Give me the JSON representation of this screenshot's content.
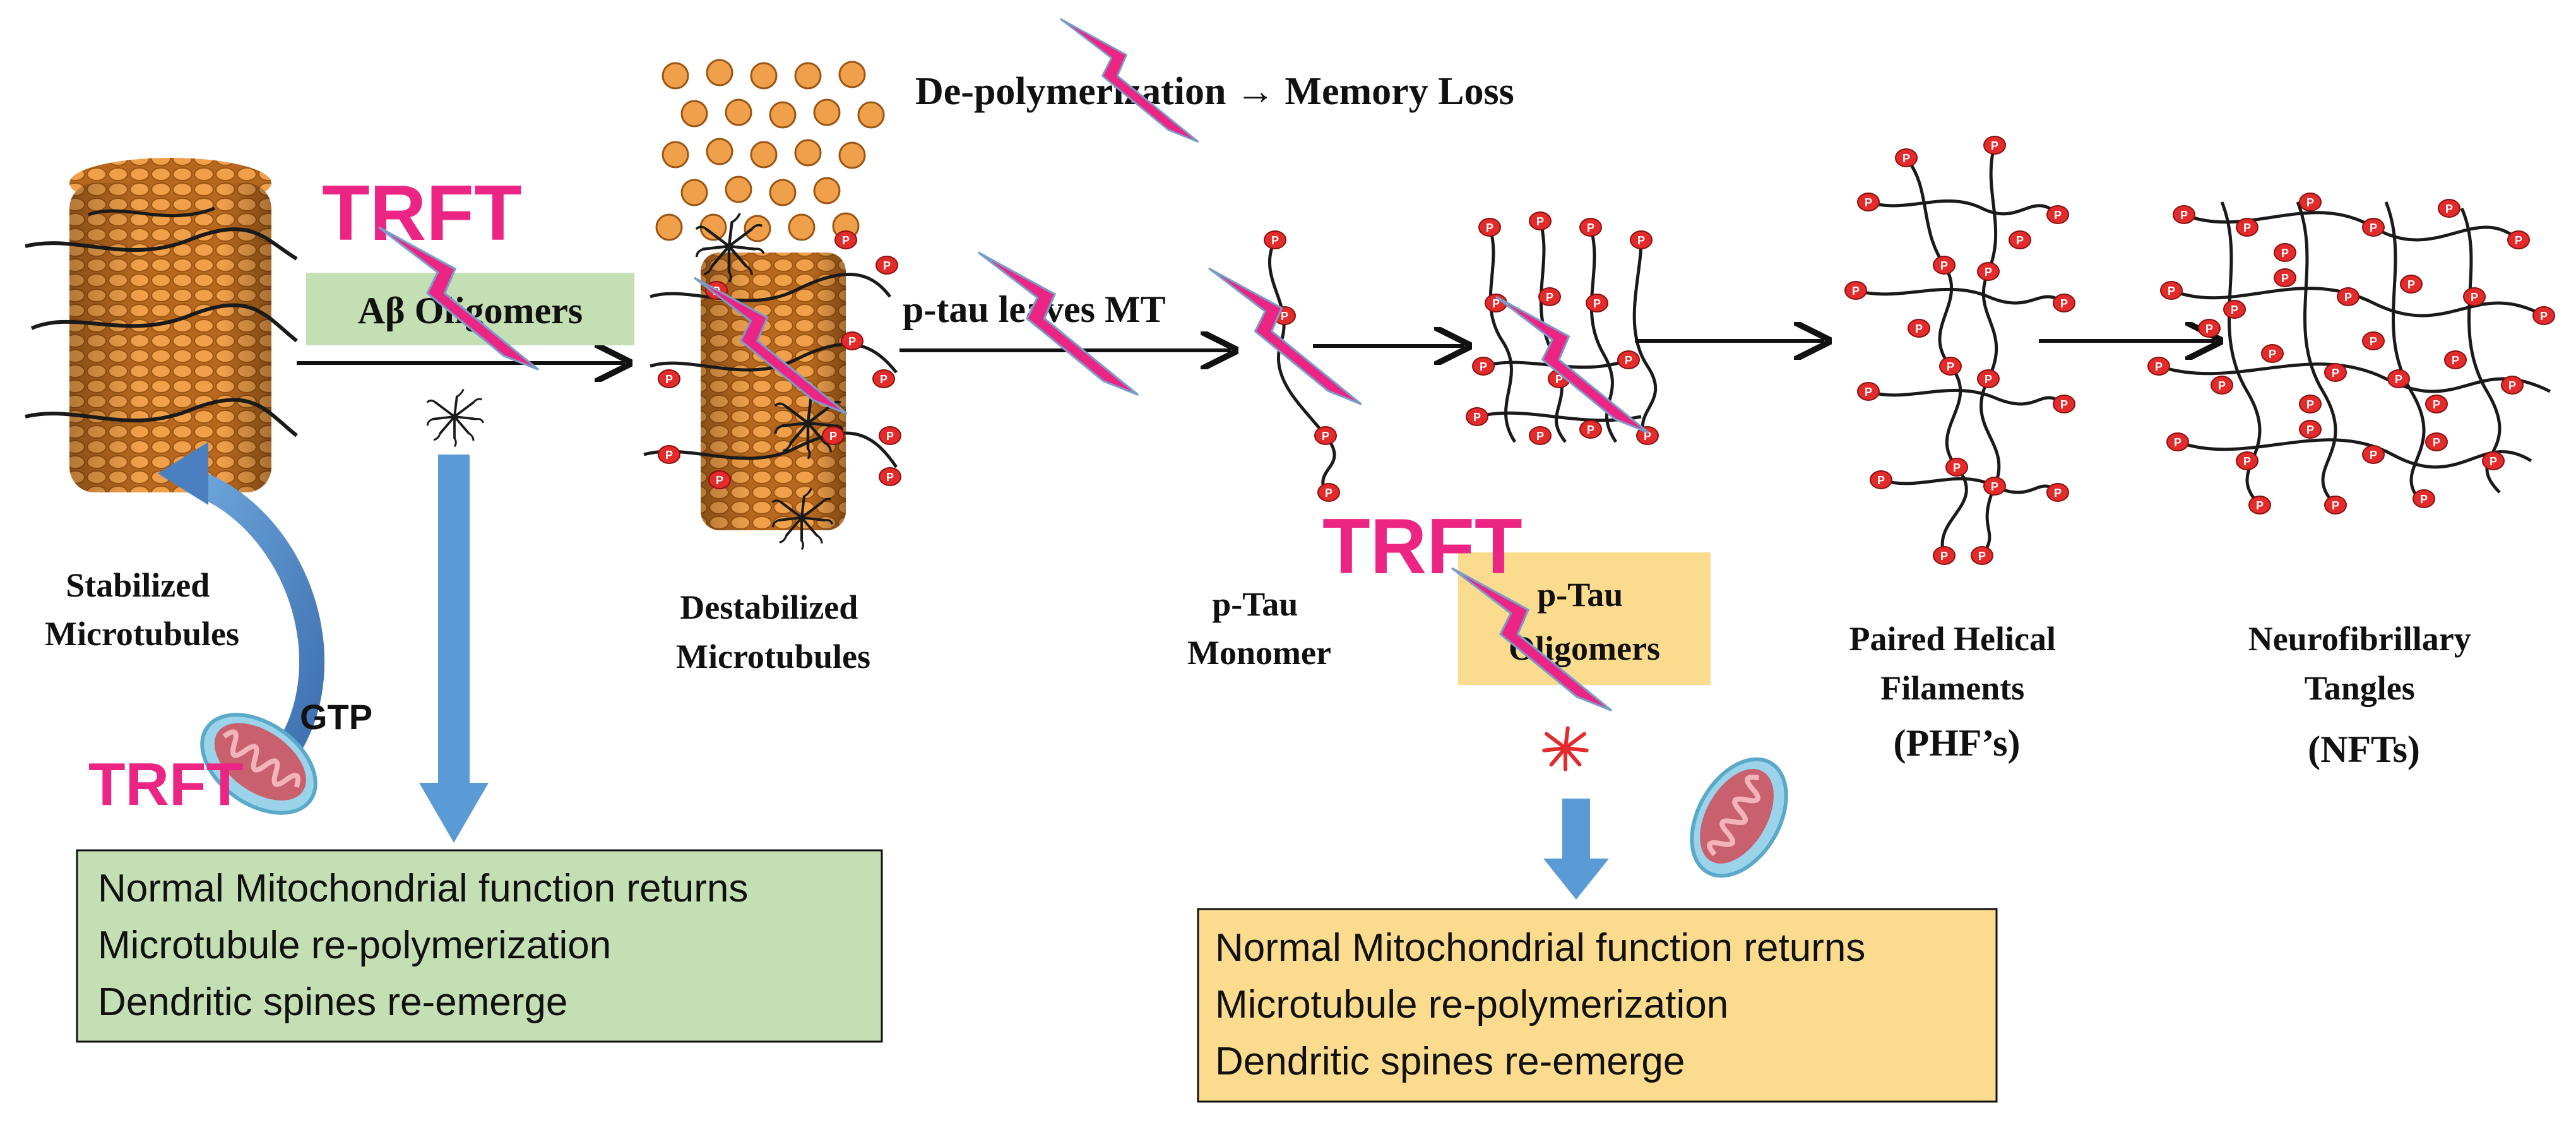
{
  "header": {
    "depolymerization": "De-polymerization → Memory Loss"
  },
  "stages": {
    "stabilized": [
      "Stabilized",
      "Microtubules"
    ],
    "destabilized": [
      "Destabilized",
      "Microtubules"
    ],
    "monomer": [
      "p-Tau",
      "Monomer"
    ],
    "oligomers": [
      "p-Tau",
      "Oligomers"
    ],
    "phf": [
      "Paired Helical",
      "Filaments",
      "(PHF’s)"
    ],
    "nft": [
      "Neurofibrillary",
      "Tangles",
      "(NFTs)"
    ]
  },
  "labels": {
    "abeta_oligomers": "Aβ Oligomers",
    "ptau_leaves": "p-tau leaves MT",
    "gtp": "GTP",
    "trft": "TRFT",
    "phospho_mark": "P"
  },
  "outcome_boxes": [
    {
      "lines": [
        "Normal Mitochondrial function returns",
        "Microtubule re-polymerization",
        "Dendritic spines re-emerge"
      ]
    },
    {
      "lines": [
        "Normal Mitochondrial function returns",
        "Microtubule re-polymerization",
        "Dendritic spines re-emerge"
      ]
    }
  ],
  "colors": {
    "trft": "#ec2484",
    "green_box": "#c5dfb4",
    "yellow_box": "#fbdc8e",
    "blue_arrow": "#5b9bd5",
    "microtubule": "#e8963c",
    "tau_red": "#e42b2b"
  },
  "icons": [
    "lightning-bolt-icon",
    "mitochondrion-icon",
    "curved-arrow-icon",
    "down-arrow-icon"
  ]
}
